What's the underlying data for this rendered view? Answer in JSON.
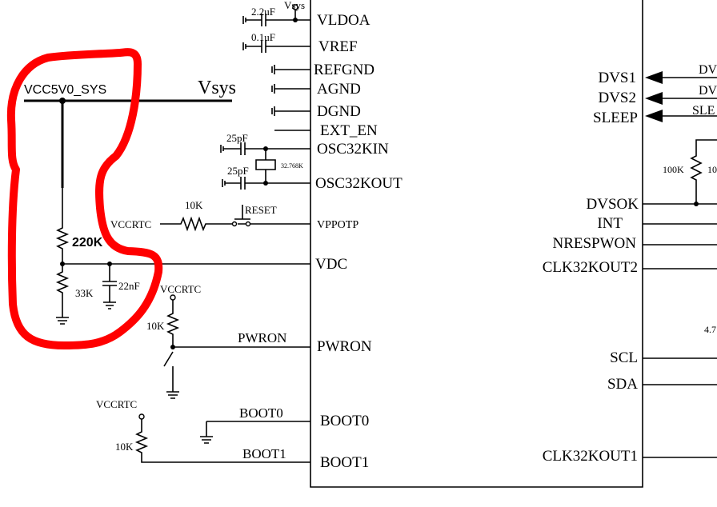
{
  "supply": {
    "net": "VCC5V0_SYS",
    "vsys": "Vsys",
    "vsys_small": "Vsys",
    "r_top": "220K",
    "r_bottom": "33K",
    "cap": "22nF"
  },
  "left_pins": [
    "VLDOA",
    "VREF",
    "REFGND",
    "AGND",
    "DGND",
    "EXT_EN",
    "OSC32KIN",
    "OSC32KOUT",
    "VPPOTP",
    "VDC",
    "PWRON",
    "BOOT0",
    "BOOT1"
  ],
  "right_pins": [
    "DVS1",
    "DVS2",
    "SLEEP",
    "DVSOK",
    "INT",
    "NRESPWON",
    "CLK32KOUT2",
    "SCL",
    "SDA",
    "CLK32KOUT1"
  ],
  "components": {
    "c_vldoa": "2.2uF",
    "c_vref": "0.1uF",
    "c_osc1": "25pF",
    "c_osc2": "25pF",
    "crystal": "32.768K",
    "r_reset": "10K",
    "reset_label": "RESET",
    "vccrtc1": "VCCRTC",
    "vccrtc2": "VCCRTC",
    "vccrtc3": "VCCRTC",
    "r_pwron": "10K",
    "r_boot1": "10K",
    "r_dvsok": "100K"
  },
  "nets": {
    "pwron": "PWRON",
    "boot0": "BOOT0",
    "boot1": "BOOT1"
  },
  "right_edge": {
    "dv1": "DV",
    "dv2": "DV",
    "sle": "SLE",
    "r10": "10",
    "r47": "4.7"
  },
  "highlight_color": "#ff0000"
}
